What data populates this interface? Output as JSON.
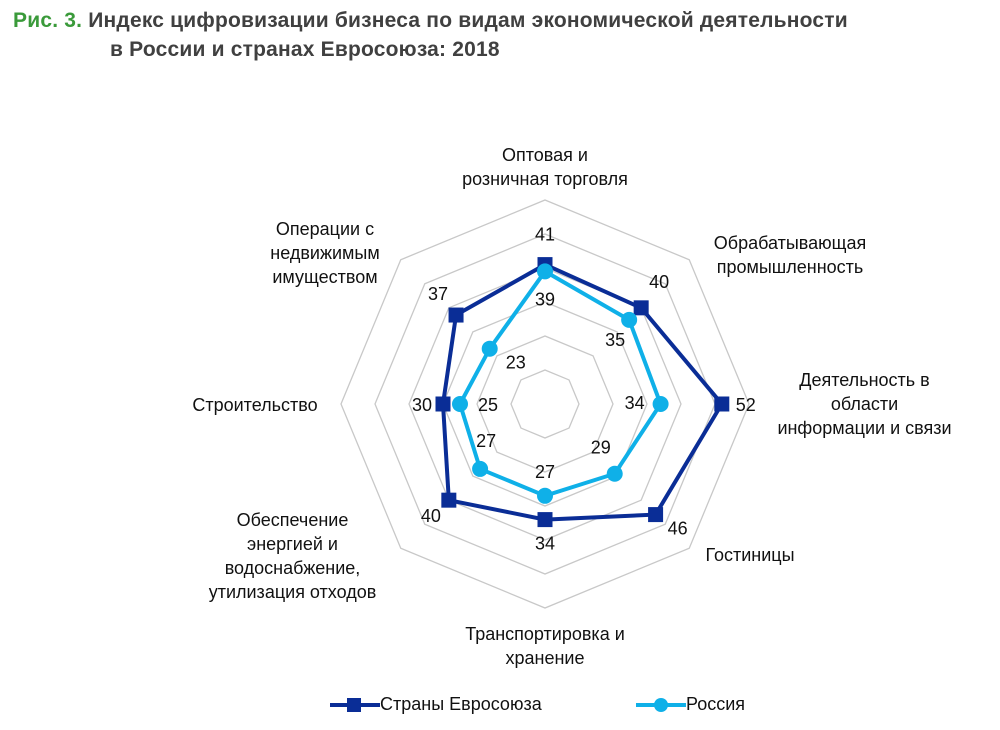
{
  "title": {
    "figure_label": "Рис. 3",
    "line1": "Индекс цифровизации бизнеса по видам экономической деятельности",
    "line2": "в России и странах Евросоюза: 2018"
  },
  "colors": {
    "title_label": "#3a9a3a",
    "title_text": "#404040",
    "eu": "#0a2d96",
    "russia": "#0fb0e8",
    "grid": "#c8c8c8"
  },
  "chart_data": {
    "type": "radar",
    "title": "Индекс цифровизации бизнеса по видам экономической деятельности в России и странах Евросоюза: 2018",
    "categories": [
      "Оптовая и розничная торговля",
      "Обрабатывающая промышленность",
      "Деятельность в области информации и связи",
      "Гостиницы",
      "Транспортировка и хранение",
      "Обеспечение энергией и водоснабжение, утилизация отходов",
      "Строительство",
      "Операции с недвижимым имуществом"
    ],
    "series": [
      {
        "name": "Страны Евросоюза",
        "marker": "square",
        "values": [
          41,
          40,
          52,
          46,
          34,
          40,
          30,
          37
        ]
      },
      {
        "name": "Россия",
        "marker": "circle",
        "values": [
          39,
          35,
          34,
          29,
          27,
          27,
          25,
          23
        ]
      }
    ],
    "axis_range": [
      0,
      60
    ],
    "grid_rings": 6,
    "grid": true,
    "axis_tick_labels_visible": false,
    "legend_position": "bottom"
  },
  "category_labels": [
    {
      "lines": [
        "Оптовая и",
        "розничная торговля"
      ]
    },
    {
      "lines": [
        "Обрабатывающая",
        "промышленность"
      ]
    },
    {
      "lines": [
        "Деятельность в",
        "области",
        "информации и связи"
      ]
    },
    {
      "lines": [
        "Гостиницы"
      ]
    },
    {
      "lines": [
        "Транспортировка и",
        "хранение"
      ]
    },
    {
      "lines": [
        "Обеспечение",
        "энергией и",
        "водоснабжение,",
        "утилизация отходов"
      ]
    },
    {
      "lines": [
        "Строительство"
      ]
    },
    {
      "lines": [
        "Операции с",
        "недвижимым",
        "имуществом"
      ]
    }
  ],
  "legend": {
    "eu_label": "Страны Евросоюза",
    "russia_label": "Россия"
  }
}
